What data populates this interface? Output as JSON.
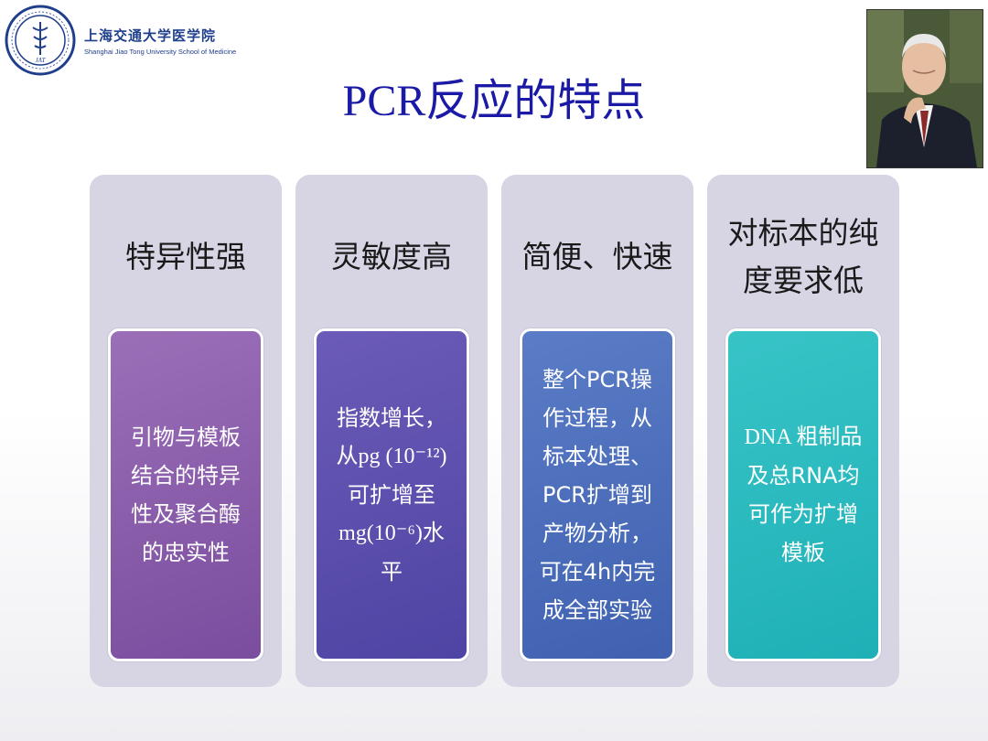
{
  "header": {
    "school_cn": "上海交通大学医学院",
    "school_en": "Shanghai Jiao Tong University School of Medicine"
  },
  "title": "PCR反应的特点",
  "cards": [
    {
      "heading": [
        "特异性强"
      ],
      "body": [
        "引物与模板",
        "结合的特异",
        "性及聚合酶",
        "的忠实性"
      ]
    },
    {
      "heading": [
        "灵敏度高"
      ],
      "body": [
        "指数增长，",
        "从pg (10⁻¹²)",
        "可扩增至",
        "mg(10⁻⁶)水",
        "平"
      ]
    },
    {
      "heading": [
        "简便、快速"
      ],
      "body": [
        "整个PCR操",
        "作过程，从",
        "标本处理、",
        "PCR扩增到",
        "产物分析，",
        "可在4h内完",
        "成全部实验"
      ]
    },
    {
      "heading": [
        "对标本的纯",
        "度要求低"
      ],
      "body": [
        "DNA 粗制品",
        "及总RNA均",
        "可作为扩增",
        "模板"
      ]
    }
  ],
  "colors": {
    "title": "#1a1aa6",
    "card_bg": "#d7d4e4",
    "card1": "#8a5eaa",
    "card2": "#5c50ad",
    "card3": "#4d6fbb",
    "card4": "#2bbabe"
  }
}
